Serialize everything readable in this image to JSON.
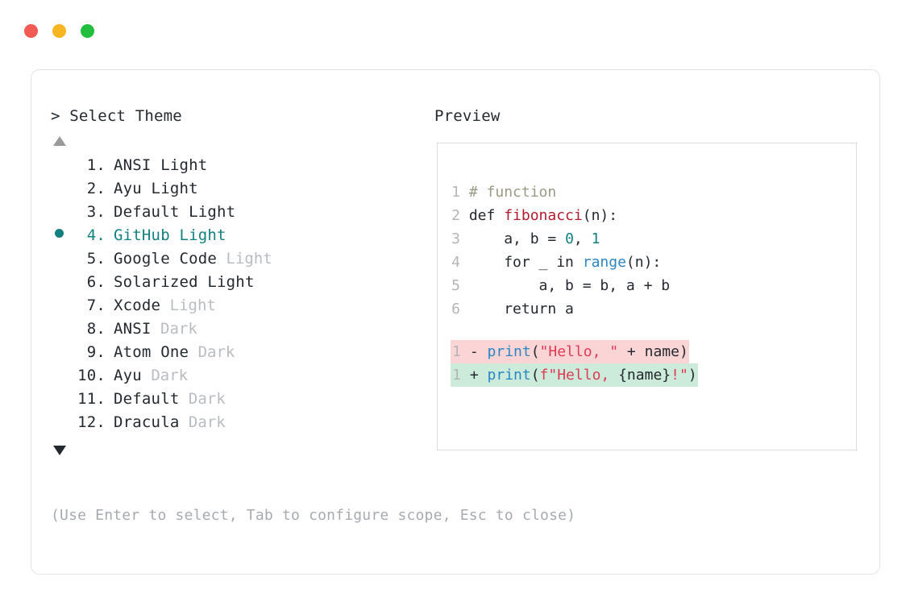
{
  "window": {
    "traffic_lights": [
      {
        "name": "close",
        "color": "#f25a53"
      },
      {
        "name": "minimize",
        "color": "#f6b521"
      },
      {
        "name": "maximize",
        "color": "#22bf3e"
      }
    ]
  },
  "prompt": {
    "marker": ">",
    "title": "Select Theme",
    "scroll_up_icon": "triangle-up",
    "scroll_down_icon": "triangle-down"
  },
  "preview": {
    "title": "Preview"
  },
  "themes": {
    "selected_index": 4,
    "selected_bullet_color": "#12807f",
    "accent": "#12807f",
    "items": [
      {
        "num": "1.",
        "name": "ANSI Light",
        "variant": "",
        "variant_muted": false,
        "selected": false
      },
      {
        "num": "2.",
        "name": "Ayu Light",
        "variant": "",
        "variant_muted": false,
        "selected": false
      },
      {
        "num": "3.",
        "name": "Default Light",
        "variant": "",
        "variant_muted": false,
        "selected": false
      },
      {
        "num": "4.",
        "name": "GitHub Light",
        "variant": "",
        "variant_muted": false,
        "selected": true
      },
      {
        "num": "5.",
        "name": "Google Code",
        "variant": "Light",
        "variant_muted": true,
        "selected": false
      },
      {
        "num": "6.",
        "name": "Solarized Light",
        "variant": "",
        "variant_muted": false,
        "selected": false
      },
      {
        "num": "7.",
        "name": "Xcode",
        "variant": "Light",
        "variant_muted": true,
        "selected": false
      },
      {
        "num": "8.",
        "name": "ANSI",
        "variant": "Dark",
        "variant_muted": true,
        "selected": false
      },
      {
        "num": "9.",
        "name": "Atom One",
        "variant": "Dark",
        "variant_muted": true,
        "selected": false
      },
      {
        "num": "10.",
        "name": "Ayu",
        "variant": "Dark",
        "variant_muted": true,
        "selected": false
      },
      {
        "num": "11.",
        "name": "Default",
        "variant": "Dark",
        "variant_muted": true,
        "selected": false
      },
      {
        "num": "12.",
        "name": "Dracula",
        "variant": "Dark",
        "variant_muted": true,
        "selected": false
      }
    ]
  },
  "code": {
    "lines": [
      {
        "ln": "1",
        "tokens": [
          {
            "t": "# function",
            "c": "c-comment"
          }
        ]
      },
      {
        "ln": "2",
        "tokens": [
          {
            "t": "def ",
            "c": "c-kw"
          },
          {
            "t": "fibonacci",
            "c": "c-fn"
          },
          {
            "t": "(n):",
            "c": "c-punct"
          }
        ]
      },
      {
        "ln": "3",
        "tokens": [
          {
            "t": "    a, b = ",
            "c": "c-plain"
          },
          {
            "t": "0",
            "c": "c-num"
          },
          {
            "t": ", ",
            "c": "c-plain"
          },
          {
            "t": "1",
            "c": "c-num"
          }
        ]
      },
      {
        "ln": "4",
        "tokens": [
          {
            "t": "    for _ in ",
            "c": "c-plain"
          },
          {
            "t": "range",
            "c": "c-builtin"
          },
          {
            "t": "(n):",
            "c": "c-punct"
          }
        ]
      },
      {
        "ln": "5",
        "tokens": [
          {
            "t": "        a, b = b, a + b",
            "c": "c-plain"
          }
        ]
      },
      {
        "ln": "6",
        "tokens": [
          {
            "t": "    return a",
            "c": "c-plain"
          }
        ]
      }
    ],
    "diff": [
      {
        "ln": "1",
        "kind": "del",
        "sign": "-",
        "bg": "#fbd5d5",
        "tokens": [
          {
            "t": "print",
            "c": "c-builtin"
          },
          {
            "t": "(",
            "c": "c-punct"
          },
          {
            "t": "\"Hello, \"",
            "c": "c-str"
          },
          {
            "t": " + name)",
            "c": "c-plain"
          }
        ]
      },
      {
        "ln": "1",
        "kind": "add",
        "sign": "+",
        "bg": "#ccebda",
        "tokens": [
          {
            "t": "print",
            "c": "c-builtin"
          },
          {
            "t": "(",
            "c": "c-punct"
          },
          {
            "t": "f\"Hello, ",
            "c": "c-str"
          },
          {
            "t": "{name}",
            "c": "c-plain"
          },
          {
            "t": "!\"",
            "c": "c-str"
          },
          {
            "t": ")",
            "c": "c-punct"
          }
        ]
      }
    ]
  },
  "hint": {
    "text": "(Use Enter to select, Tab to configure scope, Esc to close)"
  }
}
